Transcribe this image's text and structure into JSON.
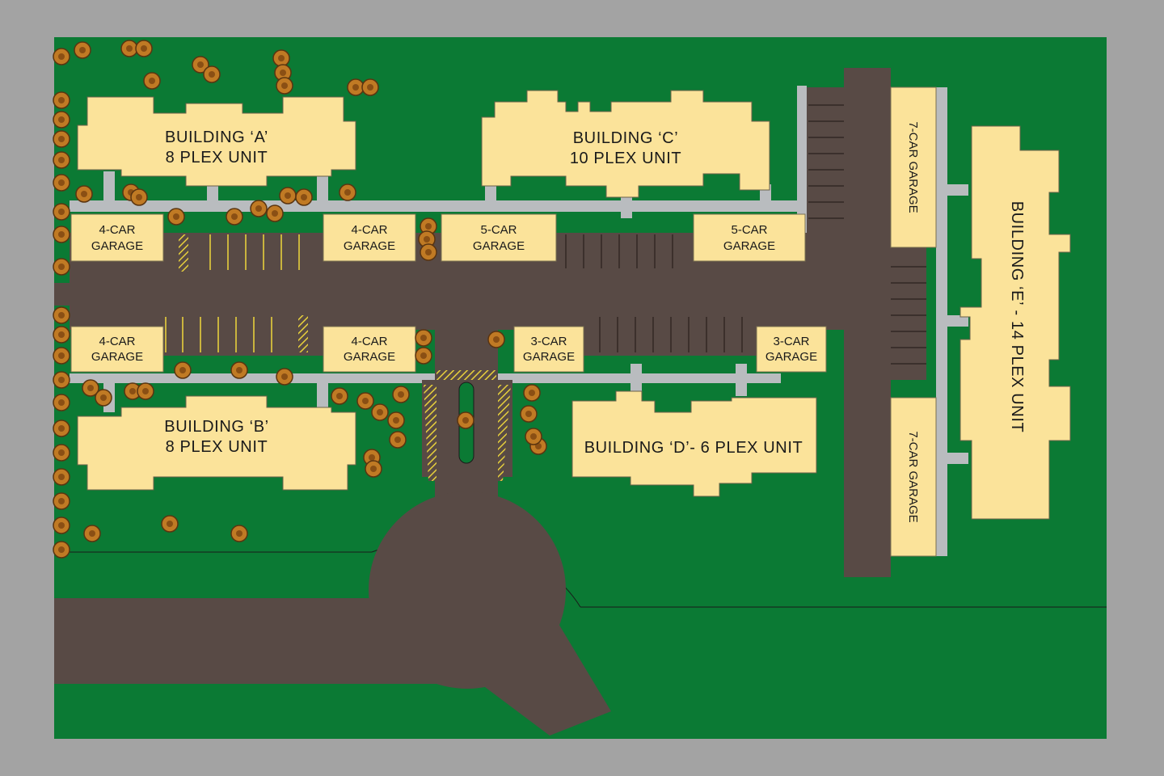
{
  "map": {
    "colors": {
      "frame": "#a3a3a3",
      "lawn": "#0b7a34",
      "road": "#584a45",
      "walkway": "#b9bcbf",
      "building": "#fbe39a",
      "tree": "#c07a24",
      "stripe": "#e6cf3c"
    },
    "buildings": {
      "a": {
        "line1": "BUILDING ‘A’",
        "line2": "8 PLEX UNIT"
      },
      "b": {
        "line1": "BUILDING ‘B’",
        "line2": "8 PLEX UNIT"
      },
      "c": {
        "line1": "BUILDING ‘C’",
        "line2": "10 PLEX UNIT"
      },
      "d": {
        "label": "BUILDING ‘D’- 6 PLEX UNIT"
      },
      "e": {
        "label": "BUILDING ‘E’ - 14 PLEX UNIT"
      }
    },
    "garages": {
      "g4_top_left": {
        "line1": "4-CAR",
        "line2": "GARAGE"
      },
      "g4_top_mid": {
        "line1": "4-CAR",
        "line2": "GARAGE"
      },
      "g5_top_mid": {
        "line1": "5-CAR",
        "line2": "GARAGE"
      },
      "g5_top_right": {
        "line1": "5-CAR",
        "line2": "GARAGE"
      },
      "g4_bot_left": {
        "line1": "4-CAR",
        "line2": "GARAGE"
      },
      "g4_bot_mid": {
        "line1": "4-CAR",
        "line2": "GARAGE"
      },
      "g3_bot_mid": {
        "line1": "3-CAR",
        "line2": "GARAGE"
      },
      "g3_bot_right": {
        "line1": "3-CAR",
        "line2": "GARAGE"
      },
      "g7_upper": {
        "label": "7-CAR GARAGE"
      },
      "g7_lower": {
        "label": "7-CAR GARAGE"
      }
    },
    "icons": {
      "tree": "tree-icon"
    }
  }
}
